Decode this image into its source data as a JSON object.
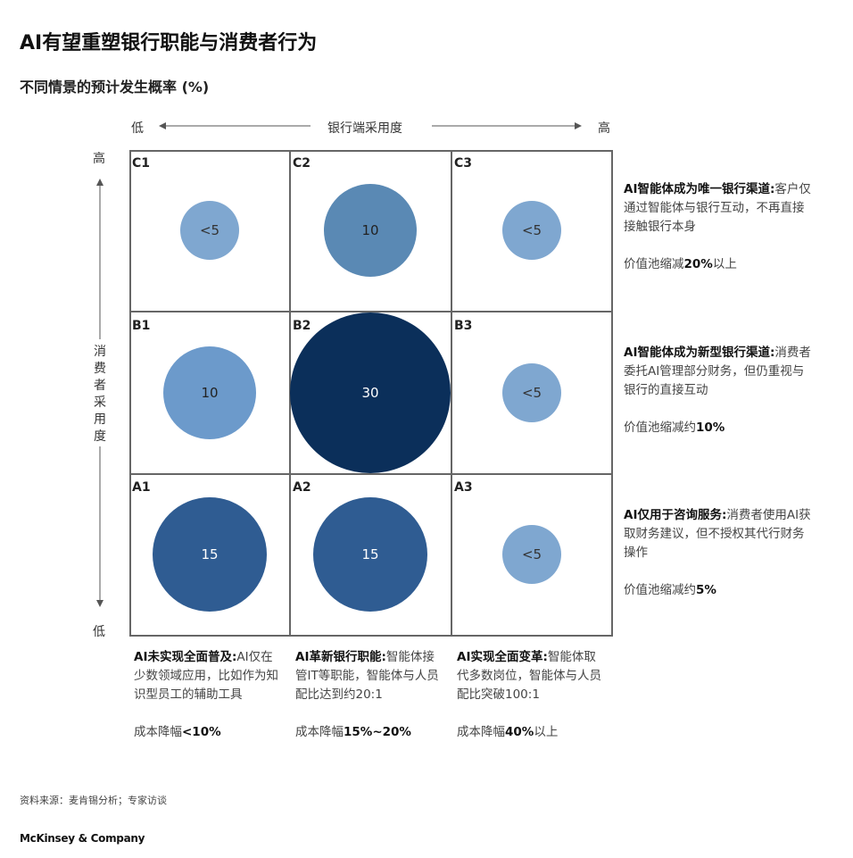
{
  "title": "AI有望重塑银行职能与消费者行为",
  "subtitle": "不同情景的预计发生概率 (%)",
  "x_axis": {
    "low": "低",
    "label": "银行端采用度",
    "high": "高"
  },
  "y_axis": {
    "high": "高",
    "label": "消费者采用度",
    "low": "低"
  },
  "cells": [
    {
      "id": "C1",
      "value": "<5",
      "size": 5,
      "color": "#7fa7d0",
      "text": "#333"
    },
    {
      "id": "C2",
      "value": "10",
      "size": 10,
      "color": "#5a89b4",
      "text": "#222"
    },
    {
      "id": "C3",
      "value": "<5",
      "size": 5,
      "color": "#7fa7d0",
      "text": "#333"
    },
    {
      "id": "B1",
      "value": "10",
      "size": 10,
      "color": "#6c9acb",
      "text": "#222"
    },
    {
      "id": "B2",
      "value": "30",
      "size": 30,
      "color": "#0b2f5a",
      "text": "#fff"
    },
    {
      "id": "B3",
      "value": "<5",
      "size": 5,
      "color": "#7fa7d0",
      "text": "#333"
    },
    {
      "id": "A1",
      "value": "15",
      "size": 15,
      "color": "#2f5c92",
      "text": "#fff"
    },
    {
      "id": "A2",
      "value": "15",
      "size": 15,
      "color": "#2f5c92",
      "text": "#fff"
    },
    {
      "id": "A3",
      "value": "<5",
      "size": 5,
      "color": "#7fa7d0",
      "text": "#333"
    }
  ],
  "row_notes": [
    {
      "head": "AI智能体成为唯一银行渠道:",
      "body": "客户仅通过智能体与银行互动，不再直接接触银行本身",
      "impact_pre": "价值池缩减",
      "impact_num": "20%",
      "impact_post": "以上"
    },
    {
      "head": "AI智能体成为新型银行渠道:",
      "body": "消费者委托AI管理部分财务，但仍重视与银行的直接互动",
      "impact_pre": "价值池缩减约",
      "impact_num": "10%",
      "impact_post": ""
    },
    {
      "head": "AI仅用于咨询服务:",
      "body": "消费者使用AI获取财务建议，但不授权其代行财务操作",
      "impact_pre": "价值池缩减约",
      "impact_num": "5%",
      "impact_post": ""
    }
  ],
  "col_notes": [
    {
      "head": "AI未实现全面普及:",
      "body": "AI仅在少数领域应用，比如作为知识型员工的辅助工具",
      "impact_pre": "成本降幅",
      "impact_num": "<10%",
      "impact_post": ""
    },
    {
      "head": "AI革新银行职能:",
      "body": "智能体接管IT等职能，智能体与人员配比达到约20:1",
      "impact_pre": "成本降幅",
      "impact_num": "15%~20%",
      "impact_post": ""
    },
    {
      "head": "AI实现全面变革:",
      "body": "智能体取代多数岗位，智能体与人员配比突破100:1",
      "impact_pre": "成本降幅",
      "impact_num": "40%",
      "impact_post": "以上"
    }
  ],
  "source": "资料来源：麦肯锡分析；专家访谈",
  "brand": "McKinsey & Company"
}
